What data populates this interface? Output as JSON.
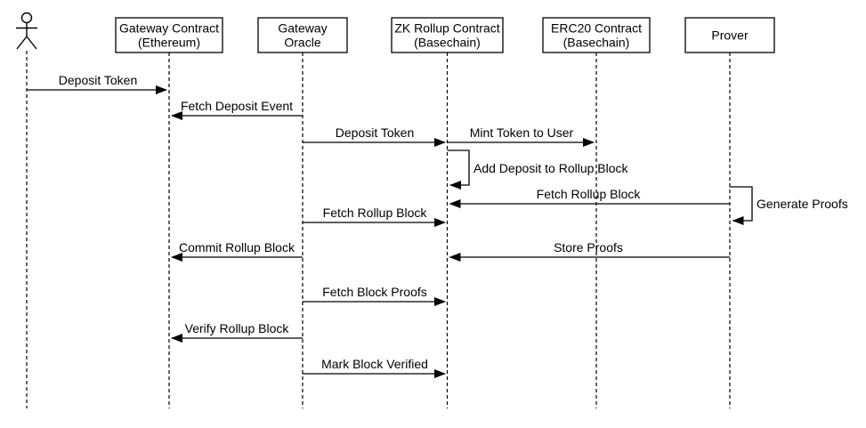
{
  "diagram": {
    "type": "uml-sequence-diagram",
    "colors": {
      "background": "#ffffff",
      "stroke": "#000000",
      "text": "#000000"
    },
    "participants": [
      {
        "kind": "actor",
        "label": ""
      },
      {
        "kind": "box",
        "line1": "Gateway Contract",
        "line2": "(Ethereum)"
      },
      {
        "kind": "box",
        "line1": "Gateway",
        "line2": "Oracle"
      },
      {
        "kind": "box",
        "line1": "ZK Rollup Contract",
        "line2": "(Basechain)"
      },
      {
        "kind": "box",
        "line1": "ERC20 Contract",
        "line2": "(Basechain)"
      },
      {
        "kind": "box",
        "line1": "Prover",
        "line2": ""
      }
    ],
    "messages": [
      {
        "label": "Deposit Token",
        "from": "actor",
        "to": "Gateway Contract (Ethereum)",
        "type": "arrow"
      },
      {
        "label": "Fetch Deposit Event",
        "from": "Gateway Oracle",
        "to": "Gateway Contract (Ethereum)",
        "type": "arrow"
      },
      {
        "label": "Deposit Token",
        "from": "Gateway Oracle",
        "to": "ZK Rollup Contract (Basechain)",
        "type": "arrow"
      },
      {
        "label": "Mint Token to User",
        "from": "ZK Rollup Contract (Basechain)",
        "to": "ERC20 Contract (Basechain)",
        "type": "arrow"
      },
      {
        "label": "Add Deposit to Rollup Block",
        "from": "ZK Rollup Contract (Basechain)",
        "to": "ZK Rollup Contract (Basechain)",
        "type": "self"
      },
      {
        "label": "Fetch Rollup Block",
        "from": "Prover",
        "to": "ZK Rollup Contract (Basechain)",
        "type": "arrow"
      },
      {
        "label": "Generate Proofs",
        "from": "Prover",
        "to": "Prover",
        "type": "self"
      },
      {
        "label": "Fetch Rollup Block",
        "from": "Gateway Oracle",
        "to": "ZK Rollup Contract (Basechain)",
        "type": "arrow"
      },
      {
        "label": "Commit Rollup Block",
        "from": "Gateway Oracle",
        "to": "Gateway Contract (Ethereum)",
        "type": "arrow"
      },
      {
        "label": "Store Proofs",
        "from": "Prover",
        "to": "ZK Rollup Contract (Basechain)",
        "type": "arrow"
      },
      {
        "label": "Fetch Block Proofs",
        "from": "Gateway Oracle",
        "to": "ZK Rollup Contract (Basechain)",
        "type": "arrow"
      },
      {
        "label": "Verify Rollup Block",
        "from": "Gateway Oracle",
        "to": "Gateway Contract (Ethereum)",
        "type": "arrow"
      },
      {
        "label": "Mark Block Verified",
        "from": "Gateway Oracle",
        "to": "ZK Rollup Contract (Basechain)",
        "type": "arrow"
      }
    ]
  }
}
